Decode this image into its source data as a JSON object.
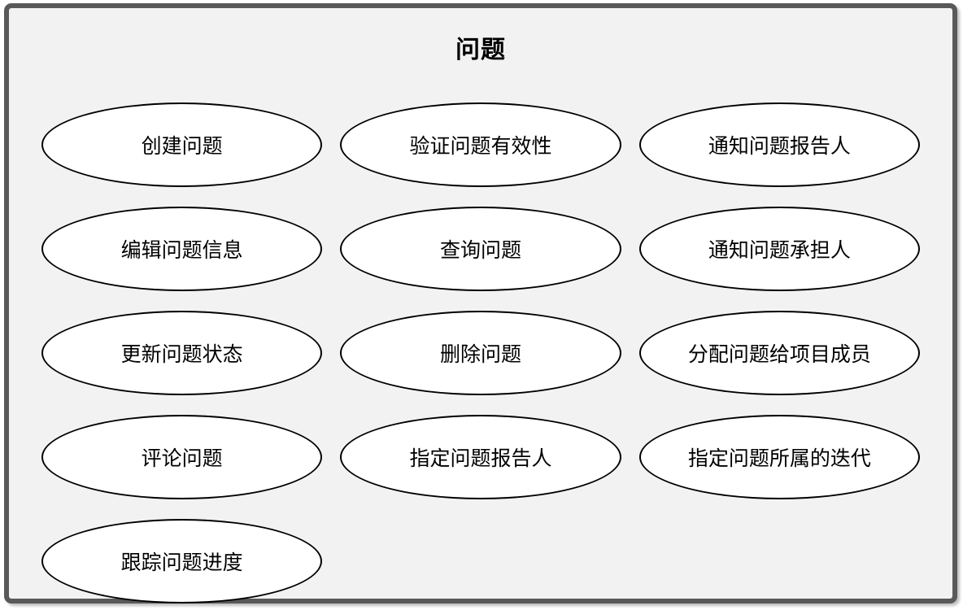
{
  "diagram": {
    "type": "use-case-diagram",
    "system_boundary_label": "问题",
    "use_cases": [
      {
        "label": "创建问题"
      },
      {
        "label": "验证问题有效性"
      },
      {
        "label": "通知问题报告人"
      },
      {
        "label": "编辑问题信息"
      },
      {
        "label": "查询问题"
      },
      {
        "label": "通知问题承担人"
      },
      {
        "label": "更新问题状态"
      },
      {
        "label": "删除问题"
      },
      {
        "label": "分配问题给项目成员"
      },
      {
        "label": "评论问题"
      },
      {
        "label": "指定问题报告人"
      },
      {
        "label": "指定问题所属的迭代"
      },
      {
        "label": "跟踪问题进度"
      }
    ]
  },
  "colors": {
    "frame_border": "#595959",
    "frame_background": "#f2f2f2",
    "ellipse_fill": "#ffffff",
    "ellipse_stroke": "#000000",
    "text": "#000000"
  }
}
